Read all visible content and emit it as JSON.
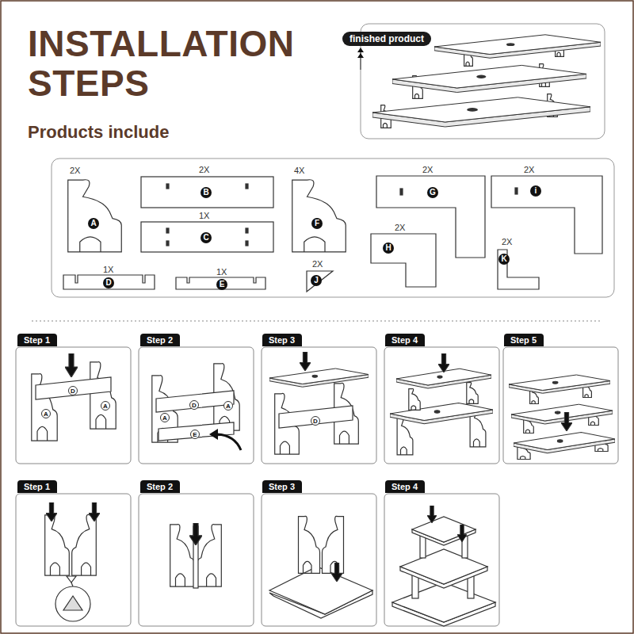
{
  "diagram": {
    "title": "INSTALLATION STEPS",
    "nodes": [
      {
        "text": [
          "finished product"
        ]
      },
      {
        "text": [
          "Step 1"
        ]
      },
      {
        "text": [
          "Step 2"
        ]
      },
      {
        "text": [
          "Step 3"
        ]
      },
      {
        "text": [
          "Step 4"
        ]
      },
      {
        "text": [
          "Step 5"
        ]
      },
      {
        "text": [
          "Step 1"
        ]
      },
      {
        "text": [
          "Step 2"
        ]
      },
      {
        "text": [
          "Step 3"
        ]
      },
      {
        "text": [
          "Step 4"
        ]
      }
    ],
    "labels": [
      "Products include",
      "2X",
      "A",
      "2X",
      "B",
      "1X",
      "C",
      "1X",
      "D",
      "1X",
      "E",
      "4X",
      "F",
      "2X",
      "J",
      "2X",
      "G",
      "2X",
      "H",
      "2X",
      "i",
      "2X",
      "K",
      "D",
      "A",
      "A",
      "D",
      "A",
      "A",
      "E",
      "D"
    ]
  }
}
